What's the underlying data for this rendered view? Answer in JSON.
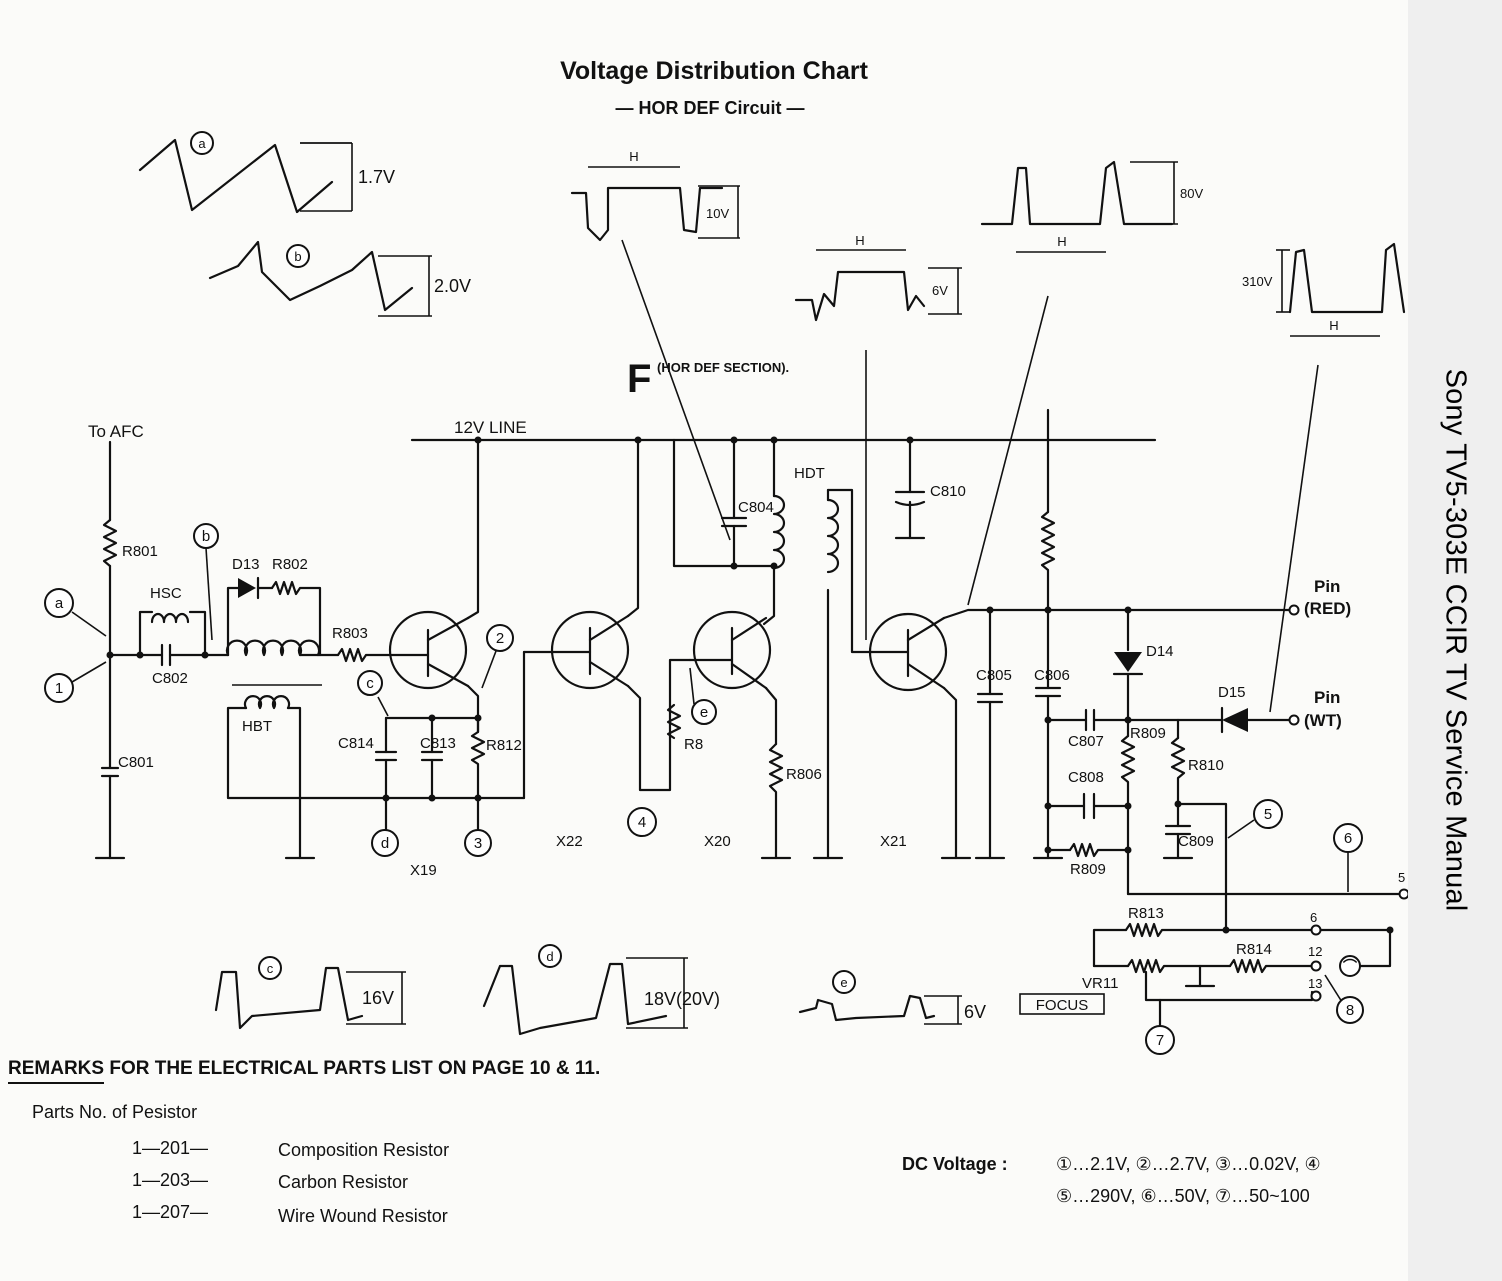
{
  "title": "Voltage Distribution Chart",
  "subtitle": "— HOR DEF Circuit —",
  "side_title": "Sony TV5-303E CCIR TV Service Manual",
  "section_letter": "F",
  "section_label": "(HOR DEF SECTION).",
  "labels": {
    "to_afc": "To AFC",
    "line_12v": "12V LINE",
    "hdt": "HDT",
    "hsc": "HSC",
    "hbt": "HBT",
    "focus": "FOCUS",
    "pin_red_1": "Pin",
    "pin_red_2": "(RED)",
    "pin_wt_1": "Pin",
    "pin_wt_2": "(WT)"
  },
  "components": {
    "r801": "R801",
    "c801": "C801",
    "c802": "C802",
    "d13": "D13",
    "r802": "R802",
    "r803": "R803",
    "c814": "C814",
    "c813": "C813",
    "r812": "R812",
    "r8": "R8",
    "c804": "C804",
    "r806": "R806",
    "c810": "C810",
    "c805": "C805",
    "c806": "C806",
    "d14": "D14",
    "c807": "C807",
    "r809a": "R809",
    "r810": "R810",
    "c808": "C808",
    "c809": "C809",
    "r809b": "R809",
    "d15": "D15",
    "r813": "R813",
    "r814": "R814",
    "vr11": "VR11",
    "x19": "X19",
    "x22": "X22",
    "x20": "X20",
    "x21": "X21"
  },
  "terminals": {
    "t5": "5",
    "t6": "6",
    "t12": "12",
    "t13": "13"
  },
  "test_points": {
    "a": "a",
    "b": "b",
    "c": "c",
    "d": "d",
    "e": "e",
    "n1": "1",
    "n2": "2",
    "n3": "3",
    "n4": "4",
    "n5": "5",
    "n6": "6",
    "n7": "7",
    "n8": "8"
  },
  "waveforms": {
    "a": {
      "id": "a",
      "amplitude": "1.7V"
    },
    "b": {
      "id": "b",
      "amplitude": "2.0V"
    },
    "c": {
      "id": "c",
      "amplitude": "16V"
    },
    "d": {
      "id": "d",
      "amplitude": "18V(20V)"
    },
    "e": {
      "id": "e",
      "amplitude": "6V"
    },
    "x22": {
      "period": "H",
      "amplitude": "10V"
    },
    "x20": {
      "period": "H",
      "amplitude": "6V"
    },
    "x21": {
      "period": "H",
      "amplitude": "80V"
    },
    "d15": {
      "period": "H",
      "amplitude": "310V"
    }
  },
  "remarks": {
    "heading": "REMARKS FOR THE ELECTRICAL PARTS LIST ON PAGE 10 & 11.",
    "subheading": "Parts No. of Pesistor",
    "items": [
      {
        "code": "1—201—",
        "desc": "Composition Resistor"
      },
      {
        "code": "1—203—",
        "desc": "Carbon Resistor"
      },
      {
        "code": "1—207—",
        "desc": "Wire Wound Resistor"
      }
    ]
  },
  "dc_voltage": {
    "label": "DC Voltage :",
    "line1": "①…2.1V, ②…2.7V, ③…0.02V, ④",
    "line2": "⑤…290V, ⑥…50V, ⑦…50~100"
  }
}
